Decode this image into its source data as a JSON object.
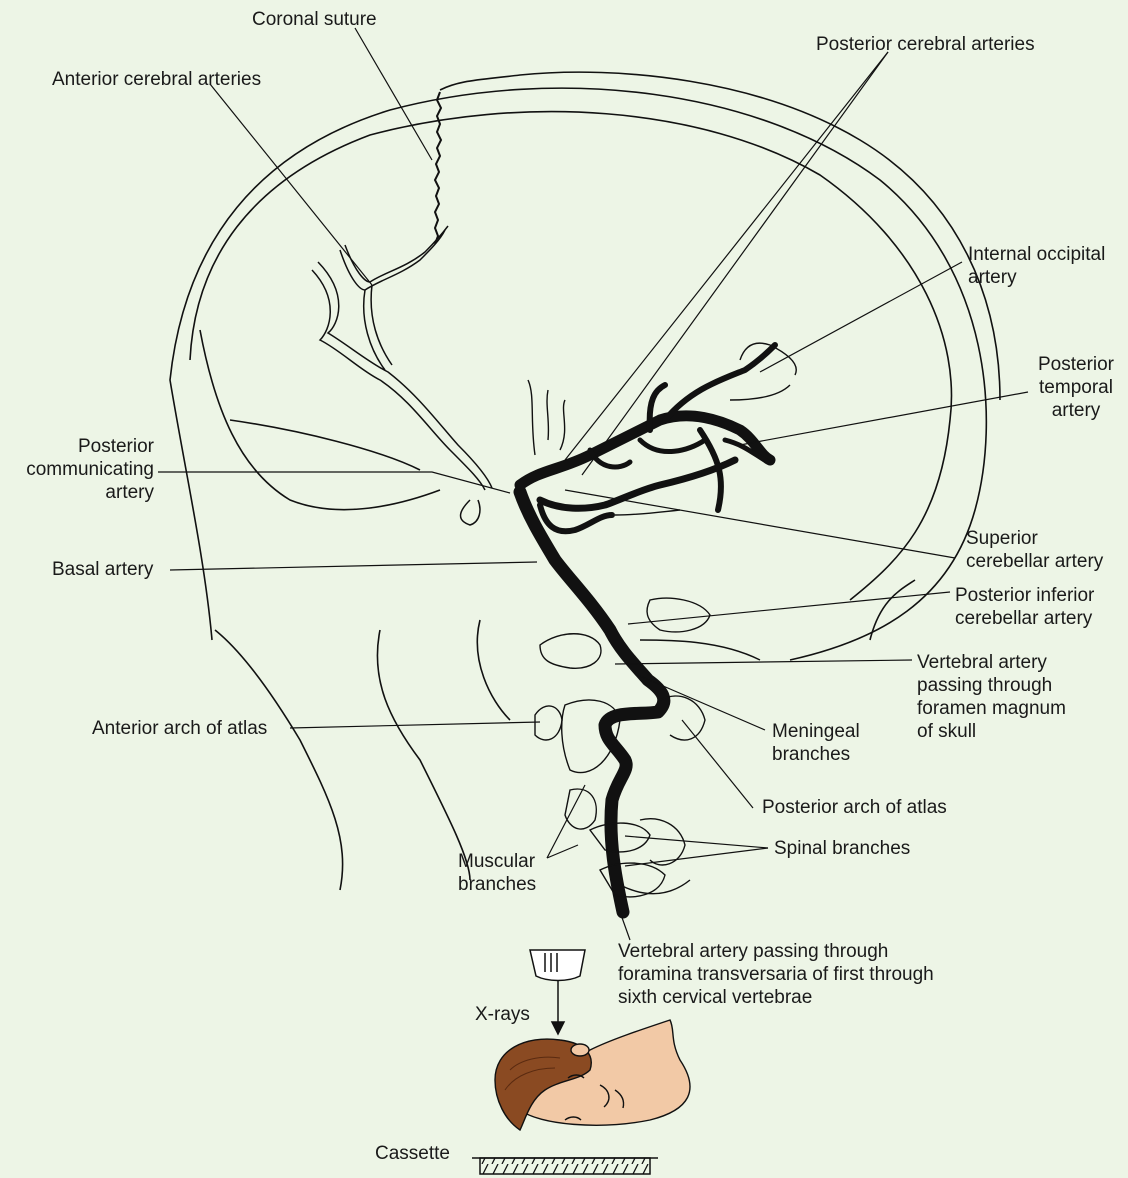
{
  "colors": {
    "background": "#edf5e6",
    "ink": "#111111",
    "skin": "#f2c9a6",
    "hair": "#8a4a22"
  },
  "labels": {
    "coronal_suture": "Coronal suture",
    "anterior_cerebral": "Anterior cerebral arteries",
    "posterior_cerebral": "Posterior cerebral arteries",
    "internal_occipital": "Internal occipital\nartery",
    "posterior_temporal": "Posterior\ntemporal\nartery",
    "posterior_communicating": "Posterior\ncommunicating\nartery",
    "superior_cerebellar": "Superior\ncerebellar artery",
    "basal_artery": "Basal artery",
    "posterior_inferior_cerebellar": "Posterior inferior\ncerebellar artery",
    "vertebral_foramen_magnum": "Vertebral artery\npassing through\nforamen magnum\nof skull",
    "anterior_arch_atlas": "Anterior arch of atlas",
    "meningeal_branches": "Meningeal\nbranches",
    "posterior_arch_atlas": "Posterior arch of atlas",
    "spinal_branches": "Spinal branches",
    "muscular_branches": "Muscular\nbranches",
    "vertebral_foramina": "Vertebral artery passing through\nforamina transversaria of first through\nsixth cervical vertebrae",
    "xrays": "X-rays",
    "cassette": "Cassette"
  }
}
